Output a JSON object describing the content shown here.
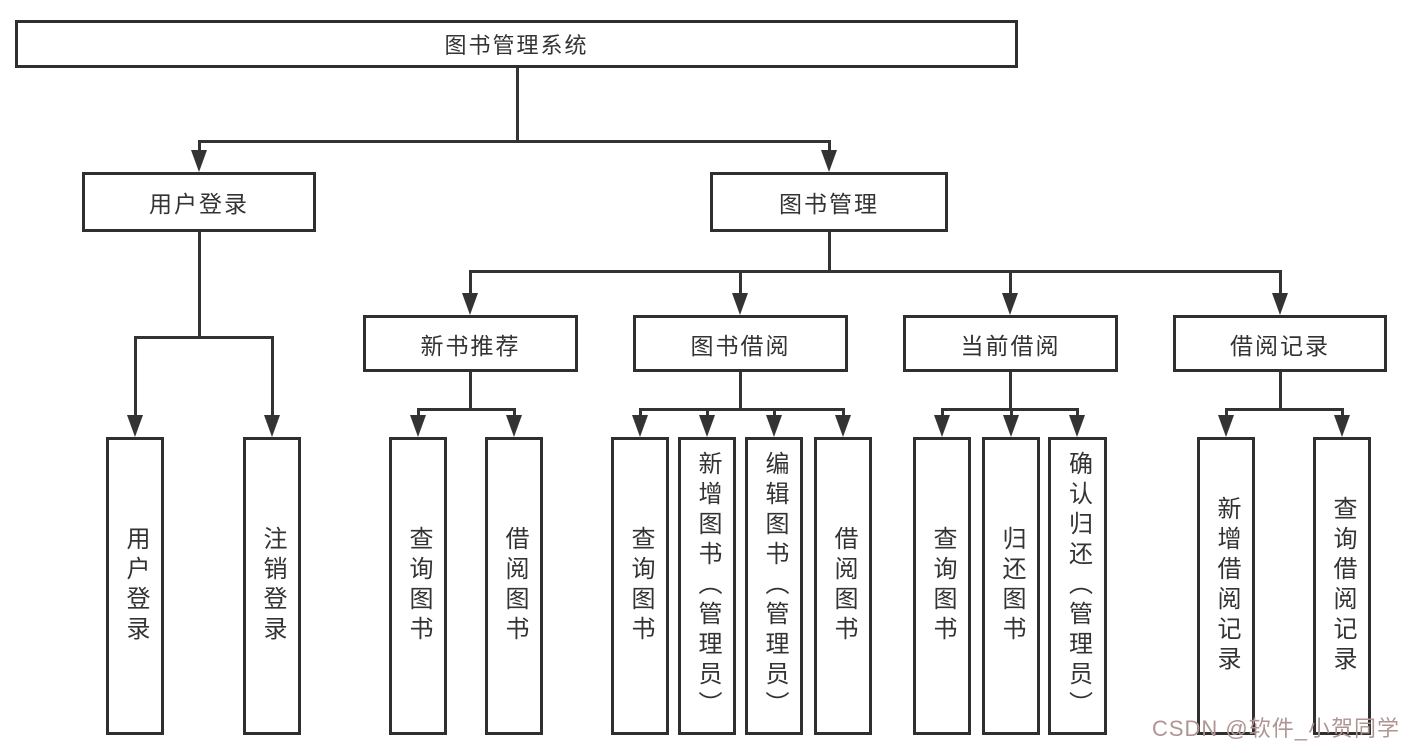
{
  "root": {
    "label": "图书管理系统"
  },
  "user_login": {
    "label": "用户登录",
    "children": [
      {
        "label": "用户登录"
      },
      {
        "label": "注销登录"
      }
    ]
  },
  "book_management": {
    "label": "图书管理",
    "sections": [
      {
        "label": "新书推荐",
        "children": [
          {
            "label": "查询图书"
          },
          {
            "label": "借阅图书"
          }
        ]
      },
      {
        "label": "图书借阅",
        "children": [
          {
            "label": "查询图书"
          },
          {
            "label": "新增图书（管理员）"
          },
          {
            "label": "编辑图书（管理员）"
          },
          {
            "label": "借阅图书"
          }
        ]
      },
      {
        "label": "当前借阅",
        "children": [
          {
            "label": "查询图书"
          },
          {
            "label": "归还图书"
          },
          {
            "label": "确认归还（管理员）"
          }
        ]
      },
      {
        "label": "借阅记录",
        "children": [
          {
            "label": "新增借阅记录"
          },
          {
            "label": "查询借阅记录"
          }
        ]
      }
    ]
  },
  "watermark": {
    "text": "CSDN @软件_小贺同学",
    "color": "#b09494"
  },
  "colors": {
    "line": "#333333",
    "box_border": "#2f2f2f",
    "background": "#ffffff",
    "text": "#333333"
  }
}
